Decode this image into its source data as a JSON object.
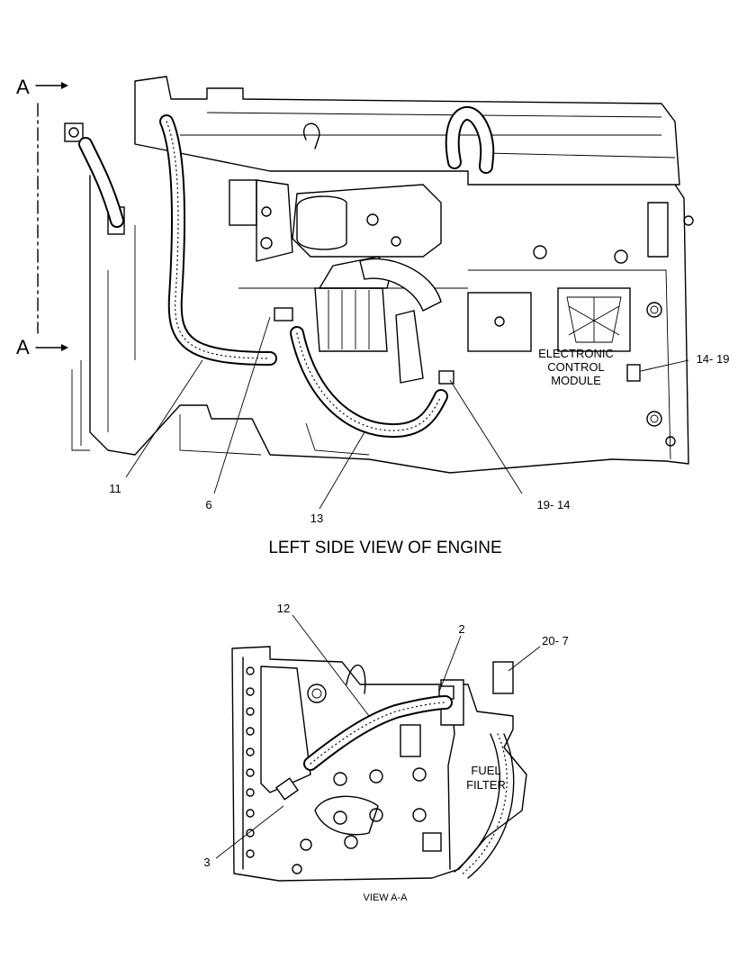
{
  "section_marks": {
    "top": "A",
    "bottom": "A"
  },
  "main_view": {
    "title": "LEFT SIDE VIEW OF ENGINE",
    "component_label": [
      "ELECTRONIC",
      "CONTROL",
      "MODULE"
    ],
    "callouts": {
      "c11": "11",
      "c6": "6",
      "c13": "13",
      "c19_14": "19- 14",
      "c14_19": "14- 19"
    }
  },
  "detail_view": {
    "title": "VIEW A-A",
    "component_label": [
      "FUEL",
      "FILTER"
    ],
    "callouts": {
      "c12": "12",
      "c2": "2",
      "c20_7": "20- 7",
      "c3": "3"
    }
  }
}
